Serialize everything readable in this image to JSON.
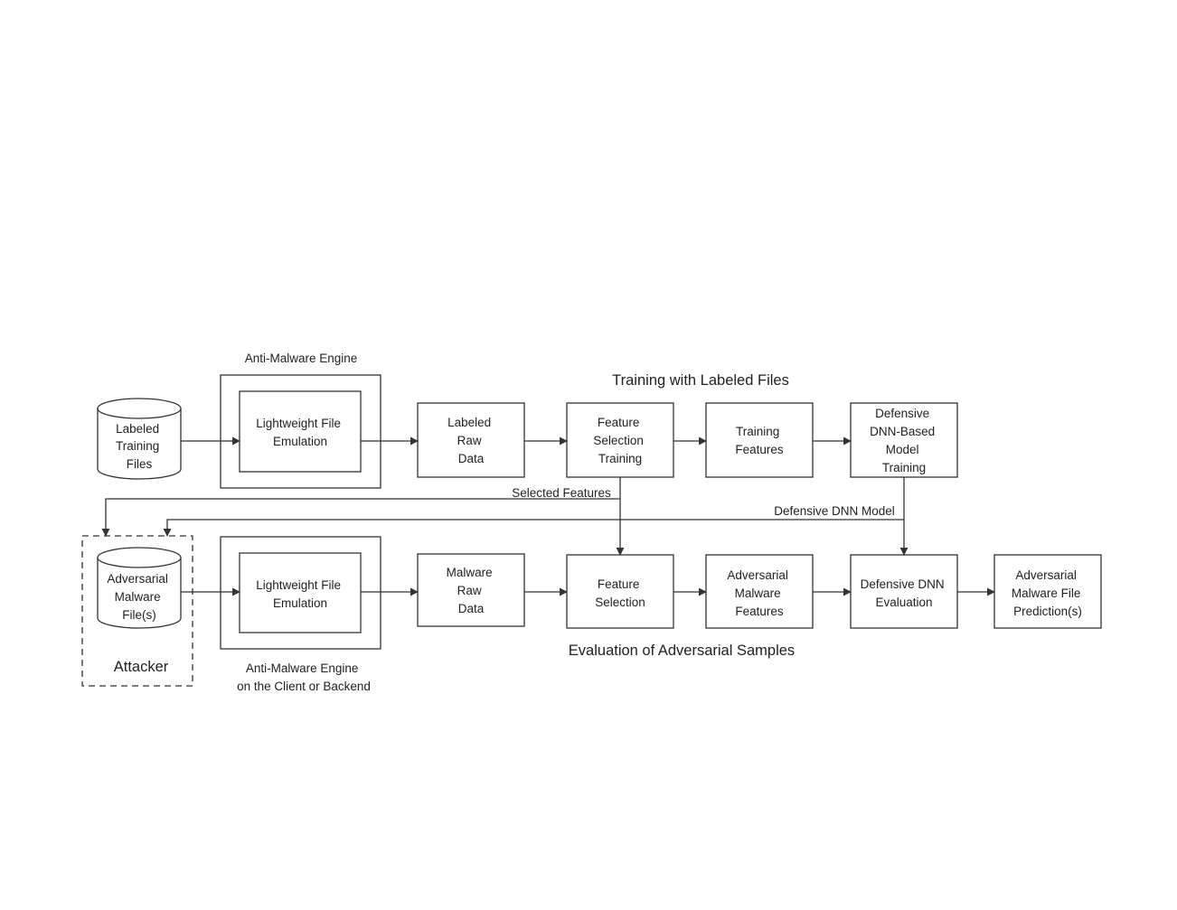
{
  "titles": {
    "training": "Training with Labeled Files",
    "evaluation": "Evaluation of Adversarial Samples"
  },
  "engine_labels": {
    "top": "Anti-Malware Engine",
    "bottom_line1": "Anti-Malware Engine",
    "bottom_line2": "on the Client or Backend"
  },
  "attacker_label": "Attacker",
  "edge_labels": {
    "selected_features": "Selected Features",
    "defensive_model": "Defensive DNN Model"
  },
  "top_row": {
    "labeled_training_files": [
      "Labeled",
      "Training",
      "Files"
    ],
    "emulation": [
      "Lightweight File",
      "Emulation"
    ],
    "labeled_raw_data": [
      "Labeled",
      "Raw",
      "Data"
    ],
    "feature_selection_training": [
      "Feature",
      "Selection",
      "Training"
    ],
    "training_features": [
      "Training",
      "Features"
    ],
    "defensive_model_training": [
      "Defensive",
      "DNN-Based",
      "Model",
      "Training"
    ]
  },
  "bottom_row": {
    "adversarial_files": [
      "Adversarial",
      "Malware",
      "File(s)"
    ],
    "emulation": [
      "Lightweight File",
      "Emulation"
    ],
    "malware_raw_data": [
      "Malware",
      "Raw",
      "Data"
    ],
    "feature_selection": [
      "Feature",
      "Selection"
    ],
    "adversarial_features": [
      "Adversarial",
      "Malware",
      "Features"
    ],
    "defensive_evaluation": [
      "Defensive DNN",
      "Evaluation"
    ],
    "predictions": [
      "Adversarial",
      "Malware File",
      "Prediction(s)"
    ]
  },
  "colors": {
    "stroke": "#333333",
    "text": "#222222",
    "background": "#ffffff"
  }
}
